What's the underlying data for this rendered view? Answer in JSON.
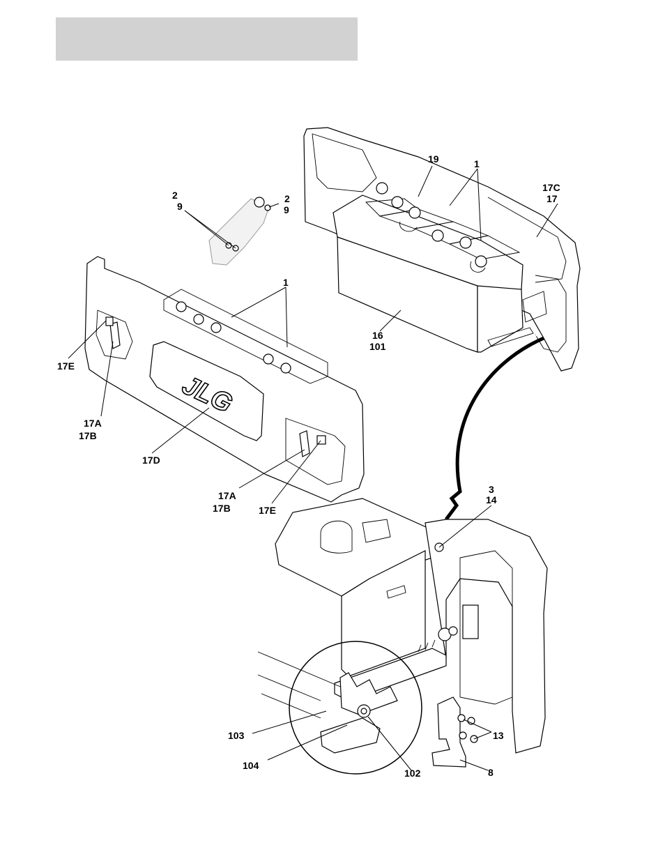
{
  "header": {
    "fill": "#d2d2d2"
  },
  "logo": {
    "text": "JLG"
  },
  "callouts": {
    "c_19": "19",
    "c_1_top": "1",
    "c_17C": "17C",
    "c_17_top": "17",
    "c_2_left": "2",
    "c_9_left": "9",
    "c_2_right": "2",
    "c_9_right": "9",
    "c_1_mid": "1",
    "c_16": "16",
    "c_101": "101",
    "c_17E_left": "17E",
    "c_17A_left": "17A",
    "c_17B_left": "17B",
    "c_17D": "17D",
    "c_17A_right": "17A",
    "c_17B_right": "17B",
    "c_17E_right": "17E",
    "c_3": "3",
    "c_14": "14",
    "c_13": "13",
    "c_103": "103",
    "c_104": "104",
    "c_102": "102",
    "c_8": "8"
  }
}
